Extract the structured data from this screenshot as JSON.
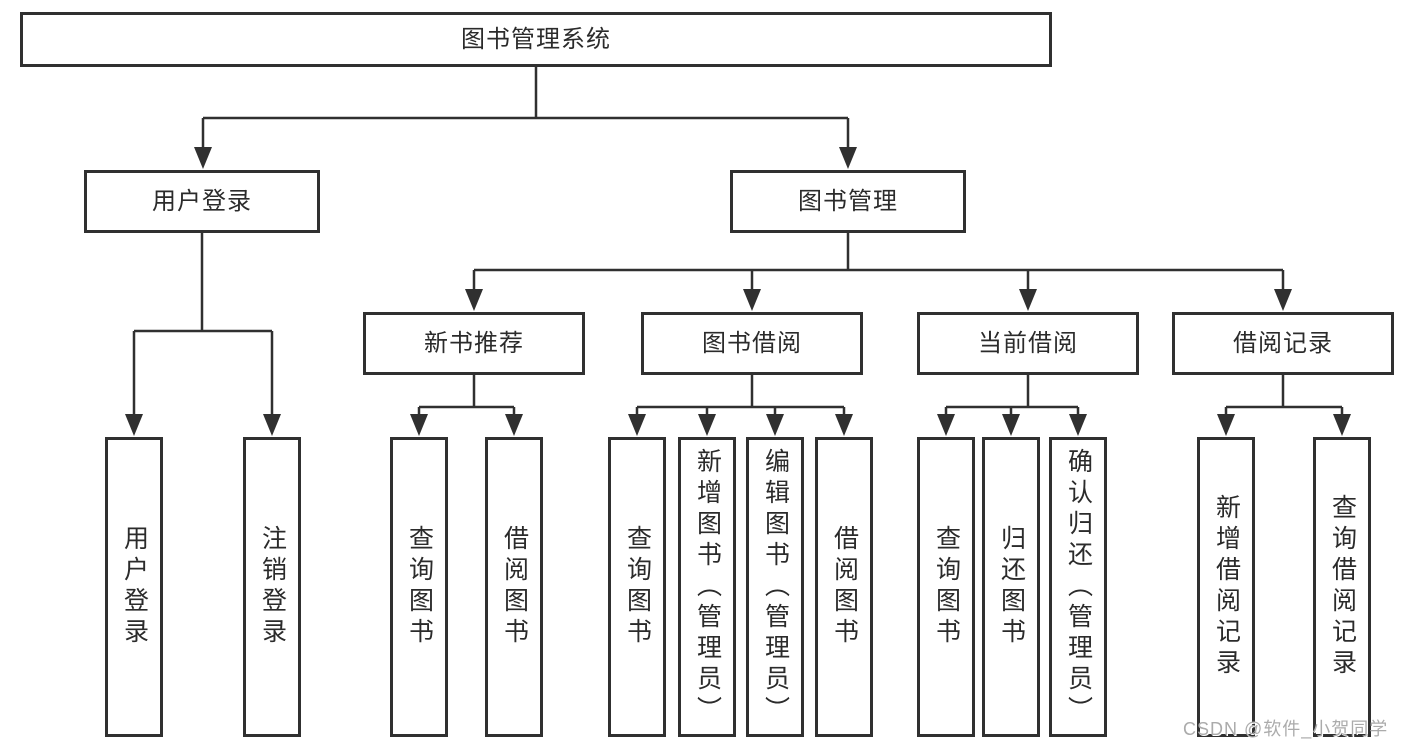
{
  "diagram": {
    "root": {
      "label": "图书管理系统"
    },
    "branches": [
      {
        "label": "用户登录",
        "children": [
          {
            "label": "用户登录"
          },
          {
            "label": "注销登录"
          }
        ]
      },
      {
        "label": "图书管理",
        "children": [
          {
            "label": "新书推荐",
            "children": [
              {
                "label": "查询图书"
              },
              {
                "label": "借阅图书"
              }
            ]
          },
          {
            "label": "图书借阅",
            "children": [
              {
                "label": "查询图书"
              },
              {
                "label": "新增图书（管理员）"
              },
              {
                "label": "编辑图书（管理员）"
              },
              {
                "label": "借阅图书"
              }
            ]
          },
          {
            "label": "当前借阅",
            "children": [
              {
                "label": "查询图书"
              },
              {
                "label": "归还图书"
              },
              {
                "label": "确认归还（管理员）"
              }
            ]
          },
          {
            "label": "借阅记录",
            "children": [
              {
                "label": "新增借阅记录"
              },
              {
                "label": "查询借阅记录"
              }
            ]
          }
        ]
      }
    ]
  },
  "watermark": {
    "text": "CSDN @软件_小贺同学"
  },
  "colors": {
    "line": "#303030",
    "box_border": "#303030",
    "text": "#2b2b2b",
    "watermark_text": "#ababab",
    "background": "#ffffff"
  }
}
